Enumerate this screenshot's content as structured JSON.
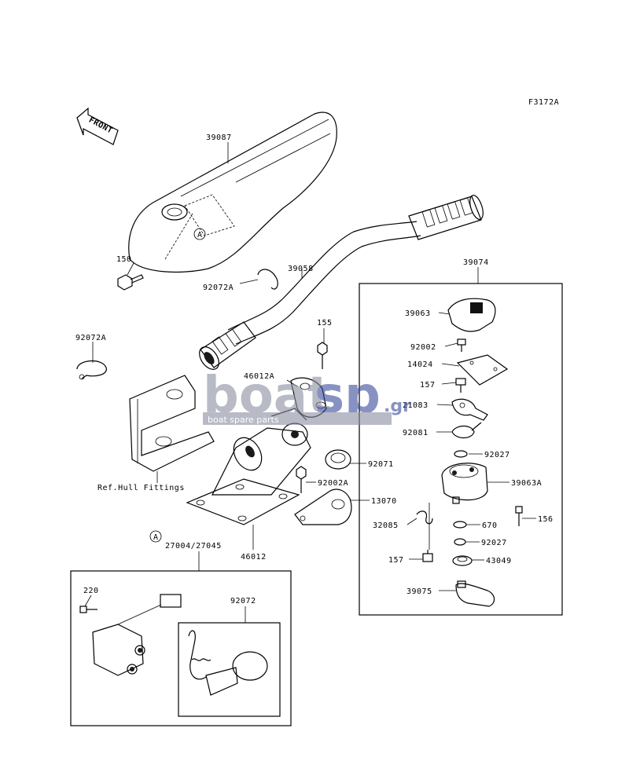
{
  "figure_code": "F3172A",
  "front_arrow": "FRONT",
  "ref_note": "Ref.Hull Fittings",
  "circle_marker": "A",
  "watermark": {
    "main_left": "boat",
    "main_right": "sp",
    "suffix": ".gr",
    "tagline": "boat spare parts"
  },
  "parts": {
    "p39087": "39087",
    "p150": "150",
    "p92072a_top": "92072A",
    "p39058": "39058",
    "p92072a_left": "92072A",
    "p155": "155",
    "p46012a": "46012A",
    "p39074": "39074",
    "p39063": "39063",
    "p92002": "92002",
    "p14024": "14024",
    "p157_top": "157",
    "p21083": "21083",
    "p92081": "92081",
    "p92027_top": "92027",
    "p39063a": "39063A",
    "p92071": "92071",
    "p92002a": "92002A",
    "p13070": "13070",
    "p32085": "32085",
    "p670": "670",
    "p156": "156",
    "p92027_bottom": "92027",
    "p157_bottom": "157",
    "p43049": "43049",
    "p39075": "39075",
    "p27004": "27004/27045",
    "p46012": "46012",
    "p220": "220",
    "p92072": "92072"
  }
}
